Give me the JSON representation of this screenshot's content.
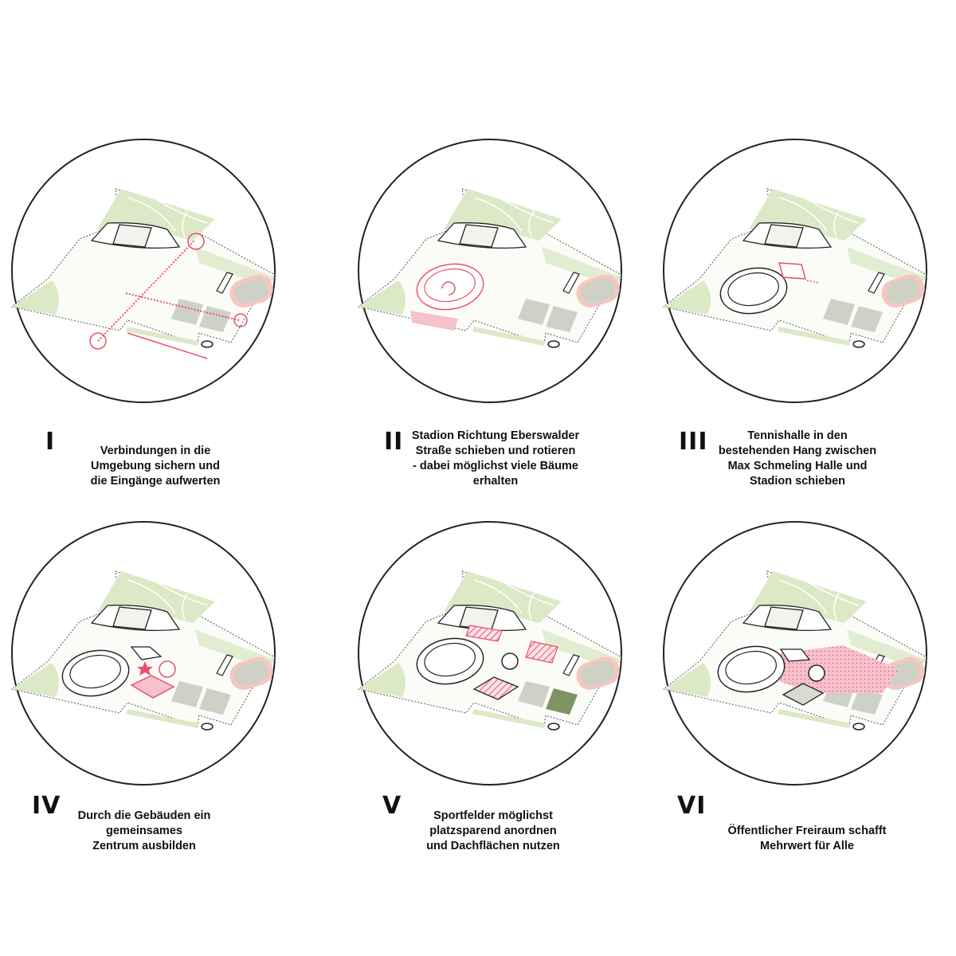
{
  "colors": {
    "pink": "#e8506a",
    "pink_fill": "#f5c2cc",
    "green": "#dbe9c6",
    "green_line": "#ffffff",
    "grey": "#cfd1c6",
    "dark_green": "#7f9460",
    "outline": "#222222"
  },
  "panels": [
    {
      "numeral": "I",
      "caption": "Verbindungen in die\nUmgebung sichern und\ndie Eingänge aufwerten"
    },
    {
      "numeral": "II",
      "caption": "Stadion Richtung Eberswalder\nStraße schieben und rotieren\n- dabei möglichst viele Bäume\nerhalten"
    },
    {
      "numeral": "III",
      "caption": "Tennishalle in den\nbestehenden Hang zwischen\nMax Schmeling Halle und\nStadion schieben"
    },
    {
      "numeral": "IV",
      "caption": "Durch die Gebäuden ein\ngemeinsames\nZentrum ausbilden"
    },
    {
      "numeral": "V",
      "caption": "Sportfelder möglichst\nplatzsparend anordnen\nund Dachflächen nutzen"
    },
    {
      "numeral": "VI",
      "caption": "Öffentlicher Freiraum schafft\nMehrwert für Alle"
    }
  ]
}
